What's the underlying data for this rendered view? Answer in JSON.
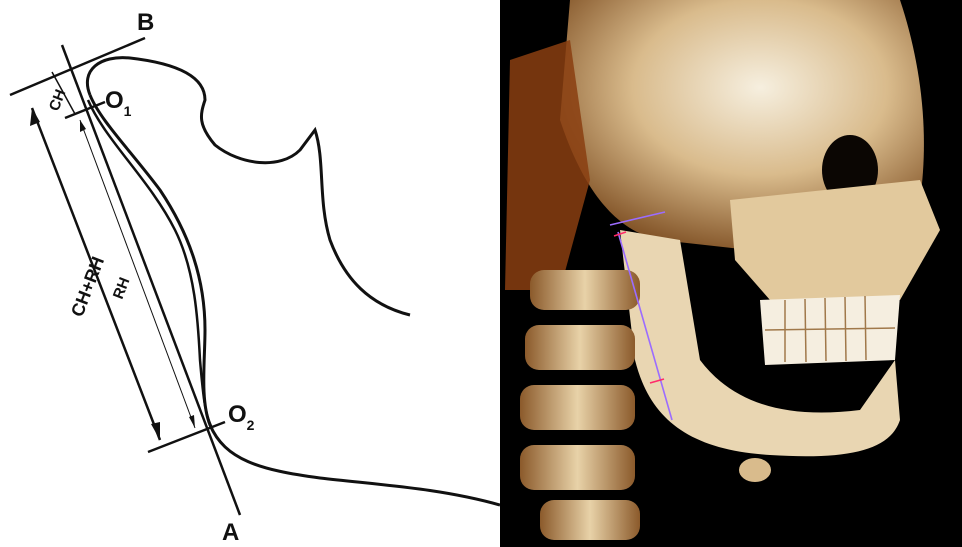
{
  "diagram": {
    "label_b": "B",
    "label_a": "A",
    "label_o1": "O",
    "label_o1_sub": "1",
    "label_o2": "O",
    "label_o2_sub": "2",
    "label_ch": "CH",
    "label_rh": "RH",
    "label_ch_rh": "CH+RH"
  },
  "colors": {
    "line": "#111111",
    "photo_bg": "#000000",
    "bone_light": "#f1e7d2",
    "bone_mid": "#c9a06a",
    "bone_dark": "#7a4a1e",
    "measure_line": "#9b6cff",
    "measure_tick": "#ff2a6a"
  }
}
